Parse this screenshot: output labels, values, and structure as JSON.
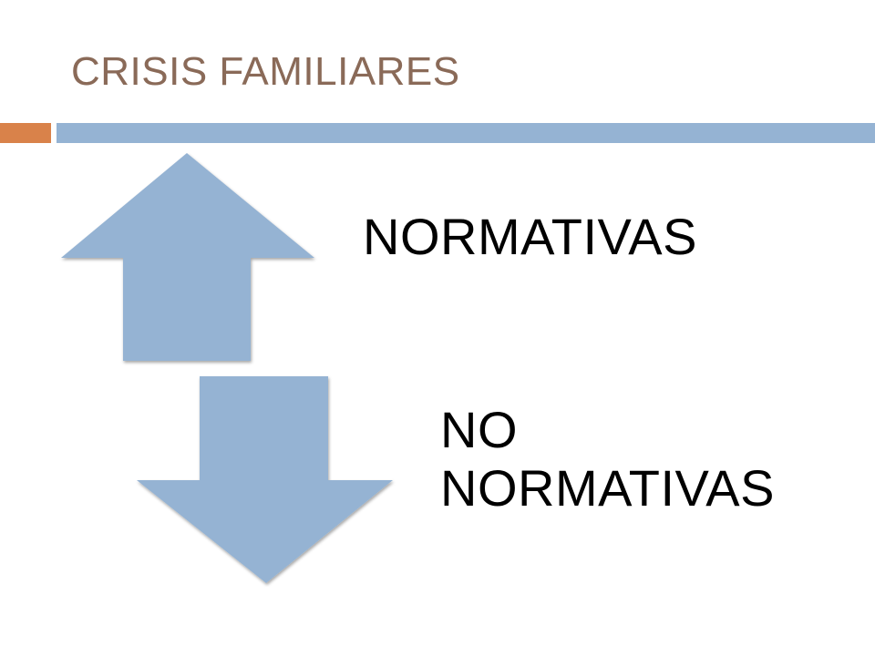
{
  "slide": {
    "title": "CRISIS FAMILIARES",
    "colors": {
      "title": "#8a6a58",
      "accent": "#d9824a",
      "rule": "#95b3d3",
      "arrow": "#95b3d3"
    }
  },
  "diagram": {
    "items": [
      {
        "direction": "up",
        "label": "NORMATIVAS"
      },
      {
        "direction": "down",
        "label_lines": [
          "NO",
          "NORMATIVAS"
        ]
      }
    ]
  }
}
